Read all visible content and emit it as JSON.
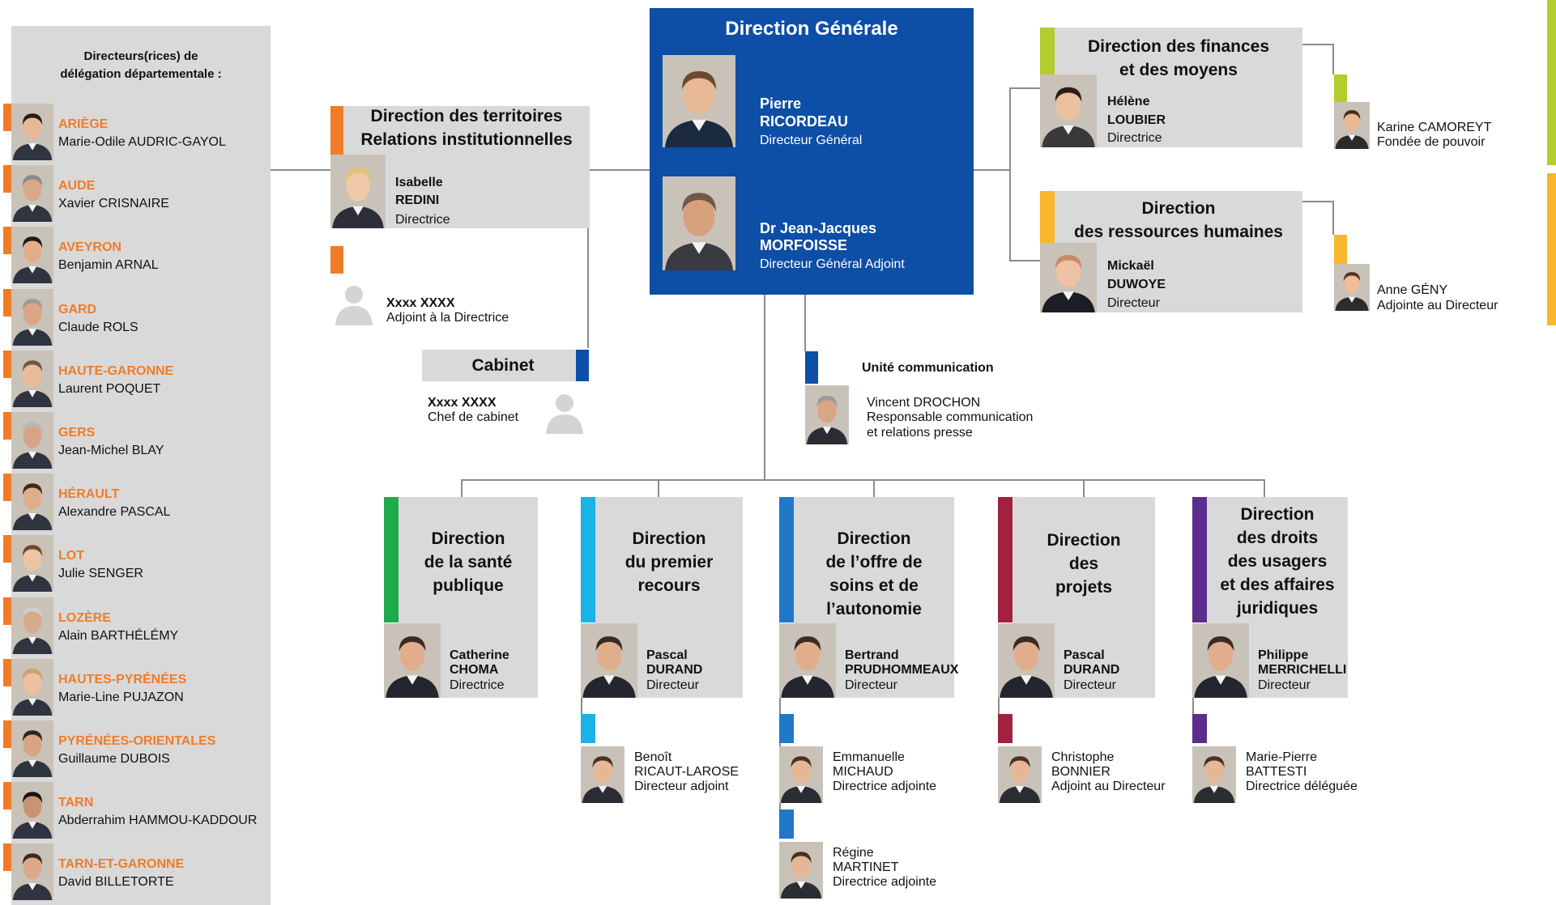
{
  "colors": {
    "orange": "#f07c28",
    "blue_dg": "#0d4ea6",
    "lime": "#b5cc2e",
    "yellow": "#f8b72c",
    "green": "#1faa4b",
    "cyan": "#1ab2e8",
    "blue": "#1f78c8",
    "crimson": "#a3203f",
    "purple": "#5b2d8e",
    "gray": "#d9d9d9"
  },
  "delegates": {
    "heading_l1": "Directeurs(rices) de",
    "heading_l2": "délégation départementale :",
    "items": [
      {
        "dept": "ARIÈGE",
        "name": "Marie-Odile AUDRIC-GAYOL"
      },
      {
        "dept": "AUDE",
        "name": "Xavier CRISNAIRE"
      },
      {
        "dept": "AVEYRON",
        "name": "Benjamin ARNAL"
      },
      {
        "dept": "GARD",
        "name": "Claude ROLS"
      },
      {
        "dept": "HAUTE-GARONNE",
        "name": "Laurent POQUET"
      },
      {
        "dept": "GERS",
        "name": "Jean-Michel BLAY"
      },
      {
        "dept": "HÉRAULT",
        "name": "Alexandre PASCAL"
      },
      {
        "dept": "LOT",
        "name": "Julie SENGER"
      },
      {
        "dept": "LOZÈRE",
        "name": "Alain BARTHÉLÉMY"
      },
      {
        "dept": "HAUTES-PYRÉNÉES",
        "name": "Marie-Line PUJAZON"
      },
      {
        "dept": "PYRÉNÉES-ORIENTALES",
        "name": "Guillaume DUBOIS"
      },
      {
        "dept": "TARN",
        "name": "Abderrahim HAMMOU-KADDOUR"
      },
      {
        "dept": "TARN-ET-GARONNE",
        "name": "David BILLETORTE"
      }
    ]
  },
  "territoires": {
    "title_l1": "Direction des territoires",
    "title_l2": "Relations institutionnelles",
    "first": "Isabelle",
    "last": "REDINI",
    "role": "Directrice",
    "adjoint_name": "Xxxx XXXX",
    "adjoint_role": "Adjoint à la Directrice"
  },
  "cabinet": {
    "title": "Cabinet",
    "name": "Xxxx XXXX",
    "role": "Chef de cabinet"
  },
  "dg": {
    "title": "Direction Générale",
    "p1_first": "Pierre",
    "p1_last": "RICORDEAU",
    "p1_role": "Directeur Général",
    "p2_first": "Dr Jean-Jacques",
    "p2_last": "MORFOISSE",
    "p2_role": "Directeur Général Adjoint"
  },
  "communication": {
    "title": "Unité communication",
    "name": "Vincent DROCHON",
    "role_l1": "Responsable communication",
    "role_l2": "et relations presse"
  },
  "finances": {
    "title_l1": "Direction des finances",
    "title_l2": "et des moyens",
    "first": "Hélène",
    "last": "LOUBIER",
    "role": "Directrice",
    "side_name": "Karine CAMOREYT",
    "side_role": "Fondée de pouvoir"
  },
  "rh": {
    "title_l1": "Direction",
    "title_l2": "des ressources humaines",
    "first": "Mickaël",
    "last": "DUWOYE",
    "role": "Directeur",
    "side_name": "Anne GÉNY",
    "side_role": "Adjointe au Directeur"
  },
  "sante": {
    "title": [
      "Direction",
      "de la santé",
      "publique"
    ],
    "first": "Catherine",
    "last": "CHOMA",
    "role": "Directrice"
  },
  "recours": {
    "title": [
      "Direction",
      "du premier",
      "recours"
    ],
    "first": "Pascal",
    "last": "DURAND",
    "role": "Directeur",
    "adj": {
      "first": "Benoît",
      "last": "RICAUT-LAROSE",
      "role": "Directeur adjoint"
    }
  },
  "offre": {
    "title": [
      "Direction",
      "de l’offre de",
      "soins et de",
      "l’autonomie"
    ],
    "first": "Bertrand",
    "last": "PRUDHOMMEAUX",
    "role": "Directeur",
    "adj1": {
      "first": "Emmanuelle",
      "last": "MICHAUD",
      "role": "Directrice adjointe"
    },
    "adj2": {
      "first": "Régine",
      "last": "MARTINET",
      "role": "Directrice adjointe"
    }
  },
  "projets": {
    "title": [
      "Direction",
      "des",
      "projets"
    ],
    "first": "Pascal",
    "last": "DURAND",
    "role": "Directeur",
    "adj": {
      "first": "Christophe",
      "last": "BONNIER",
      "role": "Adjoint au Directeur"
    }
  },
  "droits": {
    "title": [
      "Direction",
      "des droits",
      "des usagers",
      "et des affaires",
      "juridiques"
    ],
    "first": "Philippe",
    "last": "MERRICHELLI",
    "role": "Directeur",
    "adj": {
      "first": "Marie-Pierre",
      "last": "BATTESTI",
      "role": "Directrice déléguée"
    }
  }
}
